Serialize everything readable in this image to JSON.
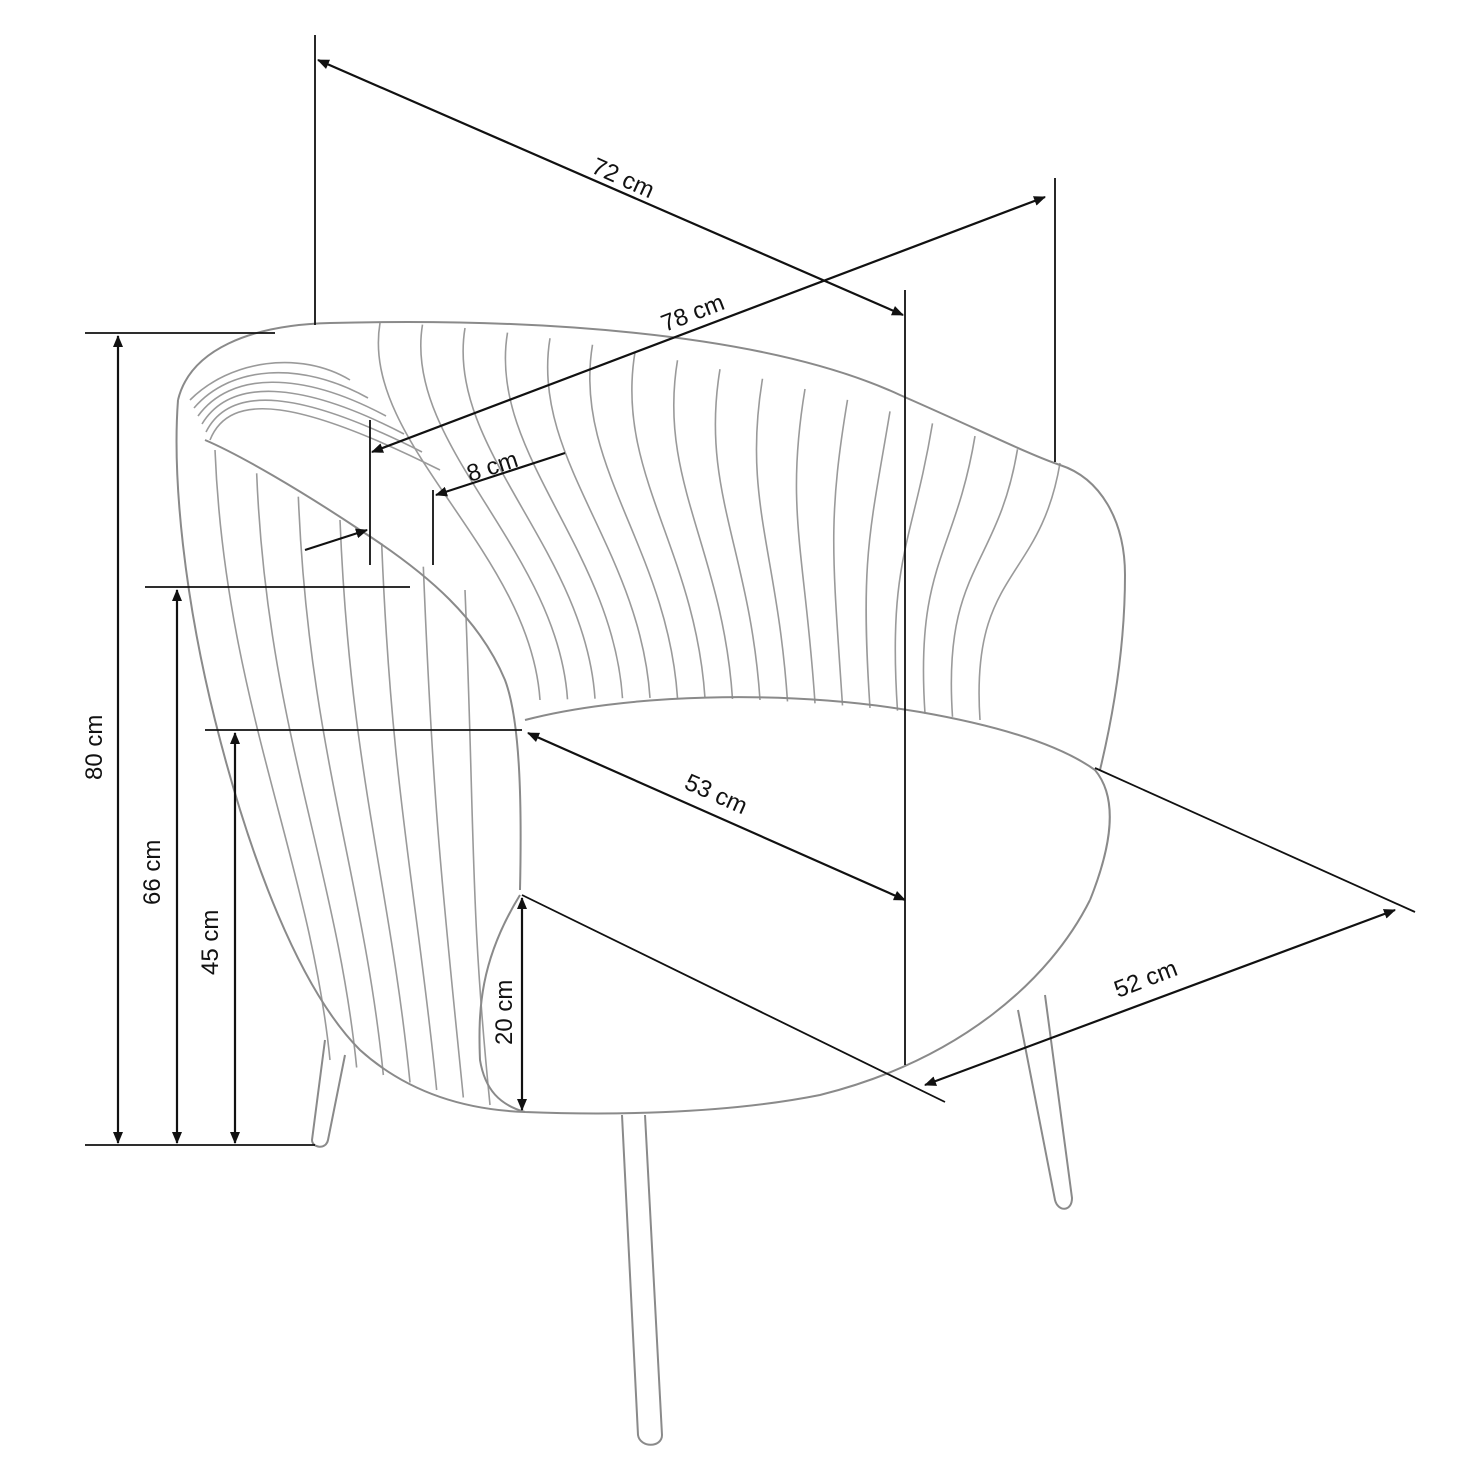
{
  "title": "Armchair dimensions",
  "dimensions": {
    "depth_overall": "72 cm",
    "width_overall": "78 cm",
    "armrest_width": "8 cm",
    "height_overall": "80 cm",
    "armrest_height": "66 cm",
    "seat_height": "45 cm",
    "seat_thickness": "20 cm",
    "seat_width": "53 cm",
    "seat_depth": "52 cm"
  },
  "colors": {
    "dimension_lines": "#111111",
    "chair_outline": "#8a8a8a"
  }
}
